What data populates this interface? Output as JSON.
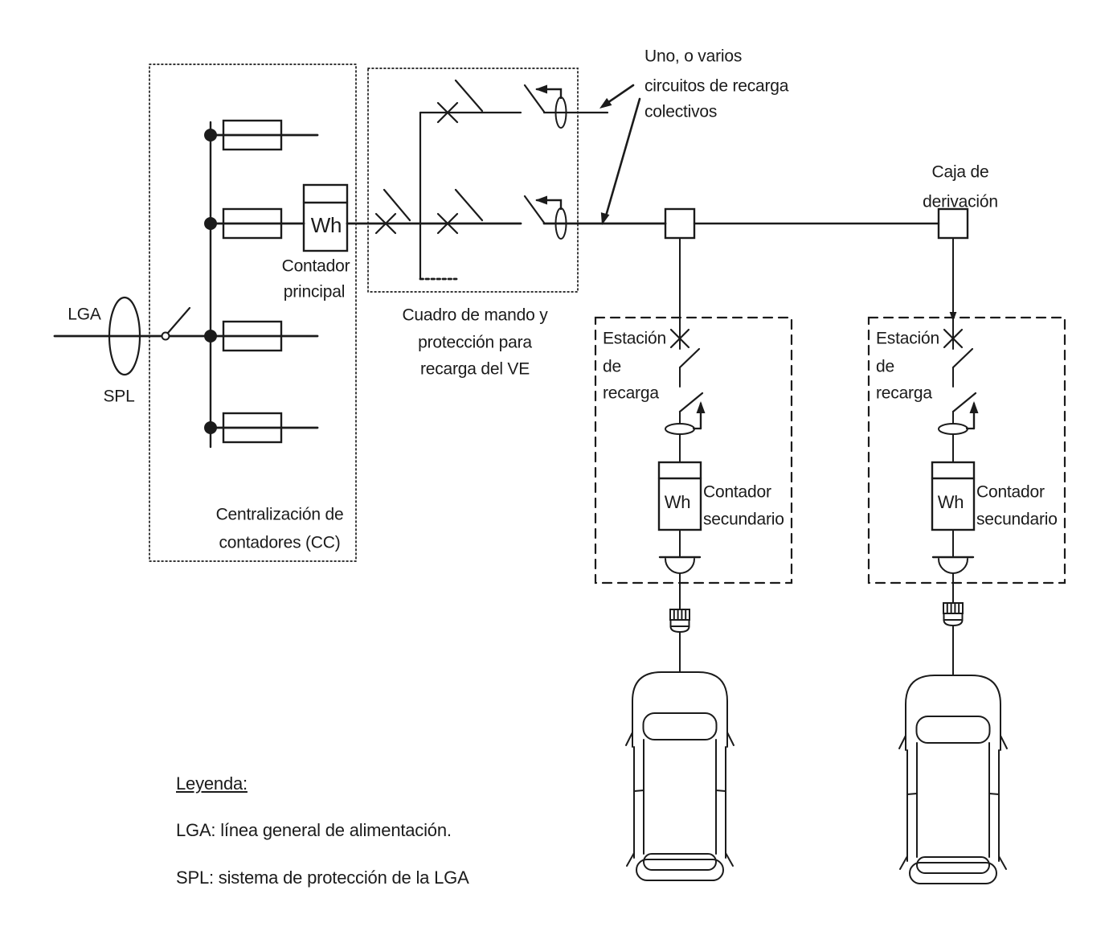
{
  "colors": {
    "ink": "#1b1b1b",
    "background": "#ffffff"
  },
  "feeder": {
    "lga": "LGA",
    "spl": "SPL"
  },
  "metering_center": {
    "label": [
      "Centralización de",
      "contadores (CC)"
    ],
    "main_meter": {
      "symbol": "Wh",
      "label": [
        "Contador",
        "principal"
      ]
    }
  },
  "control_panel": {
    "label": [
      "Cuadro de mando y",
      "protección para",
      "recarga del VE"
    ]
  },
  "annotation": {
    "lines": [
      "Uno, o varios",
      "circuitos de recarga",
      "colectivos"
    ]
  },
  "junction_box": {
    "label": [
      "Caja de",
      "derivación"
    ]
  },
  "charging_station": {
    "label": [
      "Estación",
      "de",
      "recarga"
    ],
    "meter_symbol": "Wh",
    "secondary_meter_label": [
      "Contador",
      "secundario"
    ]
  },
  "legend": {
    "title": "Leyenda:",
    "items": [
      "LGA: línea general de alimentación.",
      "SPL: sistema de protección de la LGA"
    ]
  }
}
